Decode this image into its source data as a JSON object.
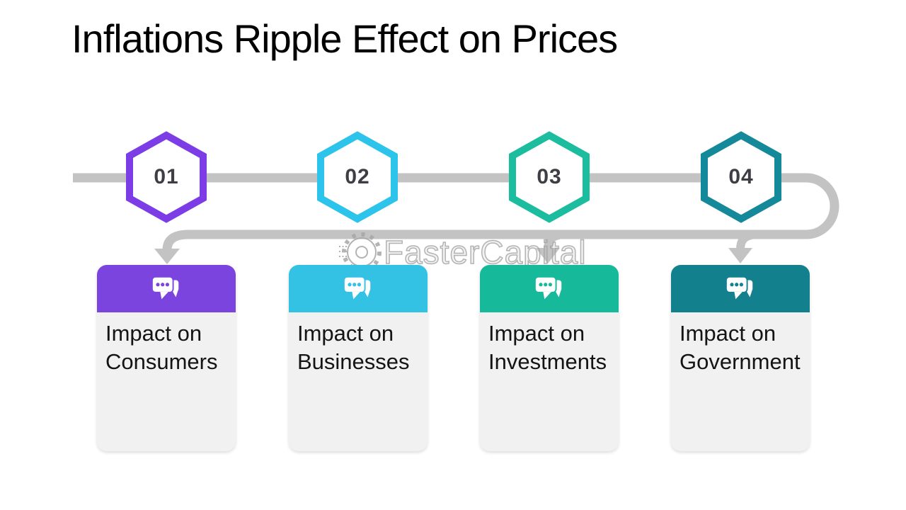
{
  "title": "Inflations Ripple Effect on Prices",
  "watermark": {
    "text": "FasterCapital"
  },
  "timeline": {
    "color": "#c3c3c3",
    "number_color": "#3e3e46"
  },
  "steps": [
    {
      "number": "01",
      "accent": "#7C3CE6",
      "header": "#7C44DF",
      "label": "Impact on Consumers"
    },
    {
      "number": "02",
      "accent": "#2CC4EA",
      "header": "#33C1E4",
      "label": "Impact on Businesses"
    },
    {
      "number": "03",
      "accent": "#1CBD9E",
      "header": "#17B99B",
      "label": "Impact on Investments"
    },
    {
      "number": "04",
      "accent": "#13899A",
      "header": "#13808E",
      "label": "Impact on Government"
    }
  ]
}
